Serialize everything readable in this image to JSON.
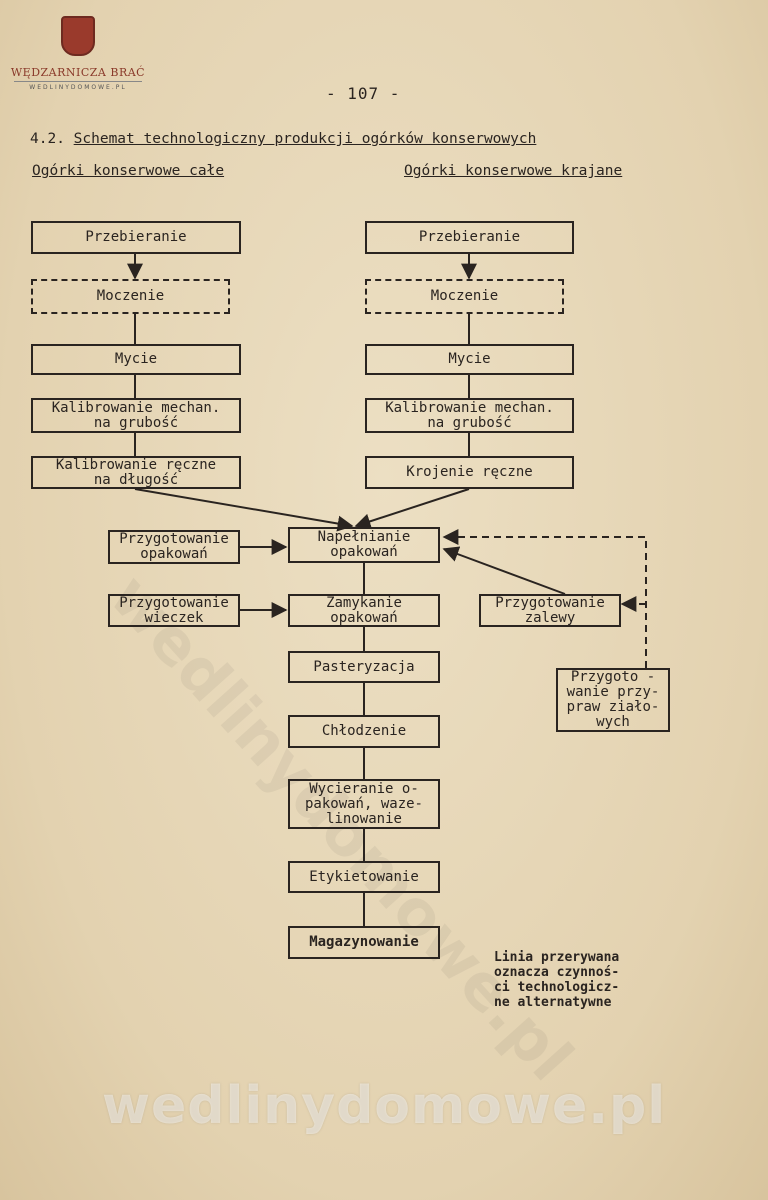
{
  "logo": {
    "title": "WĘDZARNICZA BRAĆ",
    "subtitle": "WEDLINYDOMOWE.PL"
  },
  "page_number": "- 107 -",
  "section_number": "4.2.",
  "section_title": "Schemat technologiczny produkcji ogórków konserwowych",
  "columns": {
    "left": "Ogórki konserwowe całe",
    "right": "Ogórki konserwowe krajane"
  },
  "boxes": {
    "left_sorting": "Przebieranie",
    "left_soaking": "Moczenie",
    "left_washing": "Mycie",
    "left_calib_mech": "Kalibrowanie mechan.\nna grubość",
    "left_calib_manual": "Kalibrowanie ręczne\nna długość",
    "right_sorting": "Przebieranie",
    "right_soaking": "Moczenie",
    "right_washing": "Mycie",
    "right_calib_mech": "Kalibrowanie mechan.\nna grubość",
    "right_cutting": "Krojenie ręczne",
    "prep_packaging": "Przygotowanie\nopakowań",
    "filling": "Napełnianie\nopakowań",
    "prep_lids": "Przygotowanie\nwieczek",
    "closing": "Zamykanie\nopakowań",
    "prep_brine": "Przygotowanie\nzalewy",
    "pasteurization": "Pasteryzacja",
    "cooling": "Chłodzenie",
    "wiping": "Wycieranie o-\npakowań, waze-\nlinowanie",
    "labeling": "Etykietowanie",
    "storage": "Magazynowanie",
    "prep_herbs": "Przygoto -\nwanie przy-\npraw ziało-\nwych"
  },
  "legend": "Linia przerywana\noznacza czynnoś-\nci technologicz-\nne alternatywne",
  "watermarks": {
    "diagonal": "wedlinydomowe.pl",
    "bottom": "wedlinydomowe.pl"
  }
}
